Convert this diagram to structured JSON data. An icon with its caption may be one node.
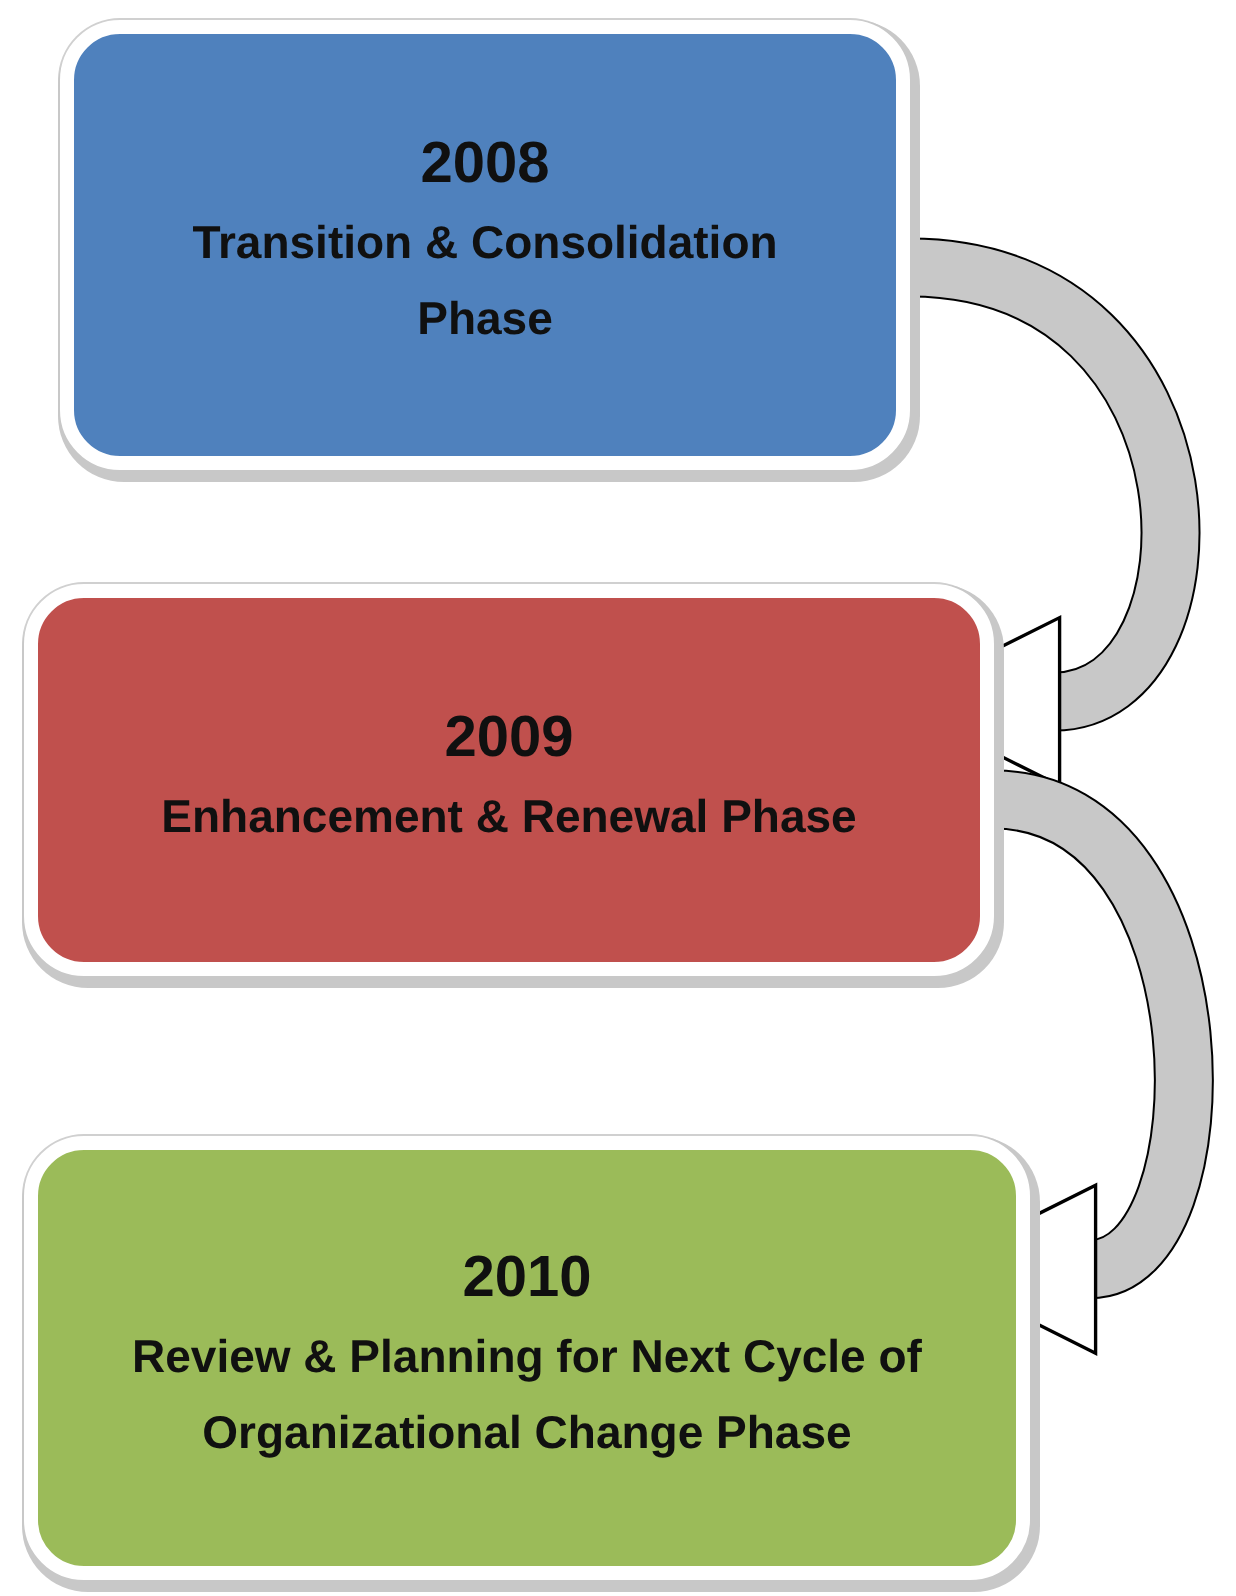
{
  "diagram": {
    "nodes": [
      {
        "text": [
          "2008",
          "Transition & Consolidation Phase"
        ]
      },
      {
        "text": [
          "2009",
          "Enhancement & Renewal Phase"
        ]
      },
      {
        "text": [
          "2010",
          "Review & Planning for Next Cycle of Organizational Change Phase"
        ]
      }
    ],
    "edges": [
      {
        "from": 0,
        "to": 1,
        "arrow": "to"
      },
      {
        "from": 1,
        "to": 2,
        "arrow": "to"
      }
    ]
  }
}
